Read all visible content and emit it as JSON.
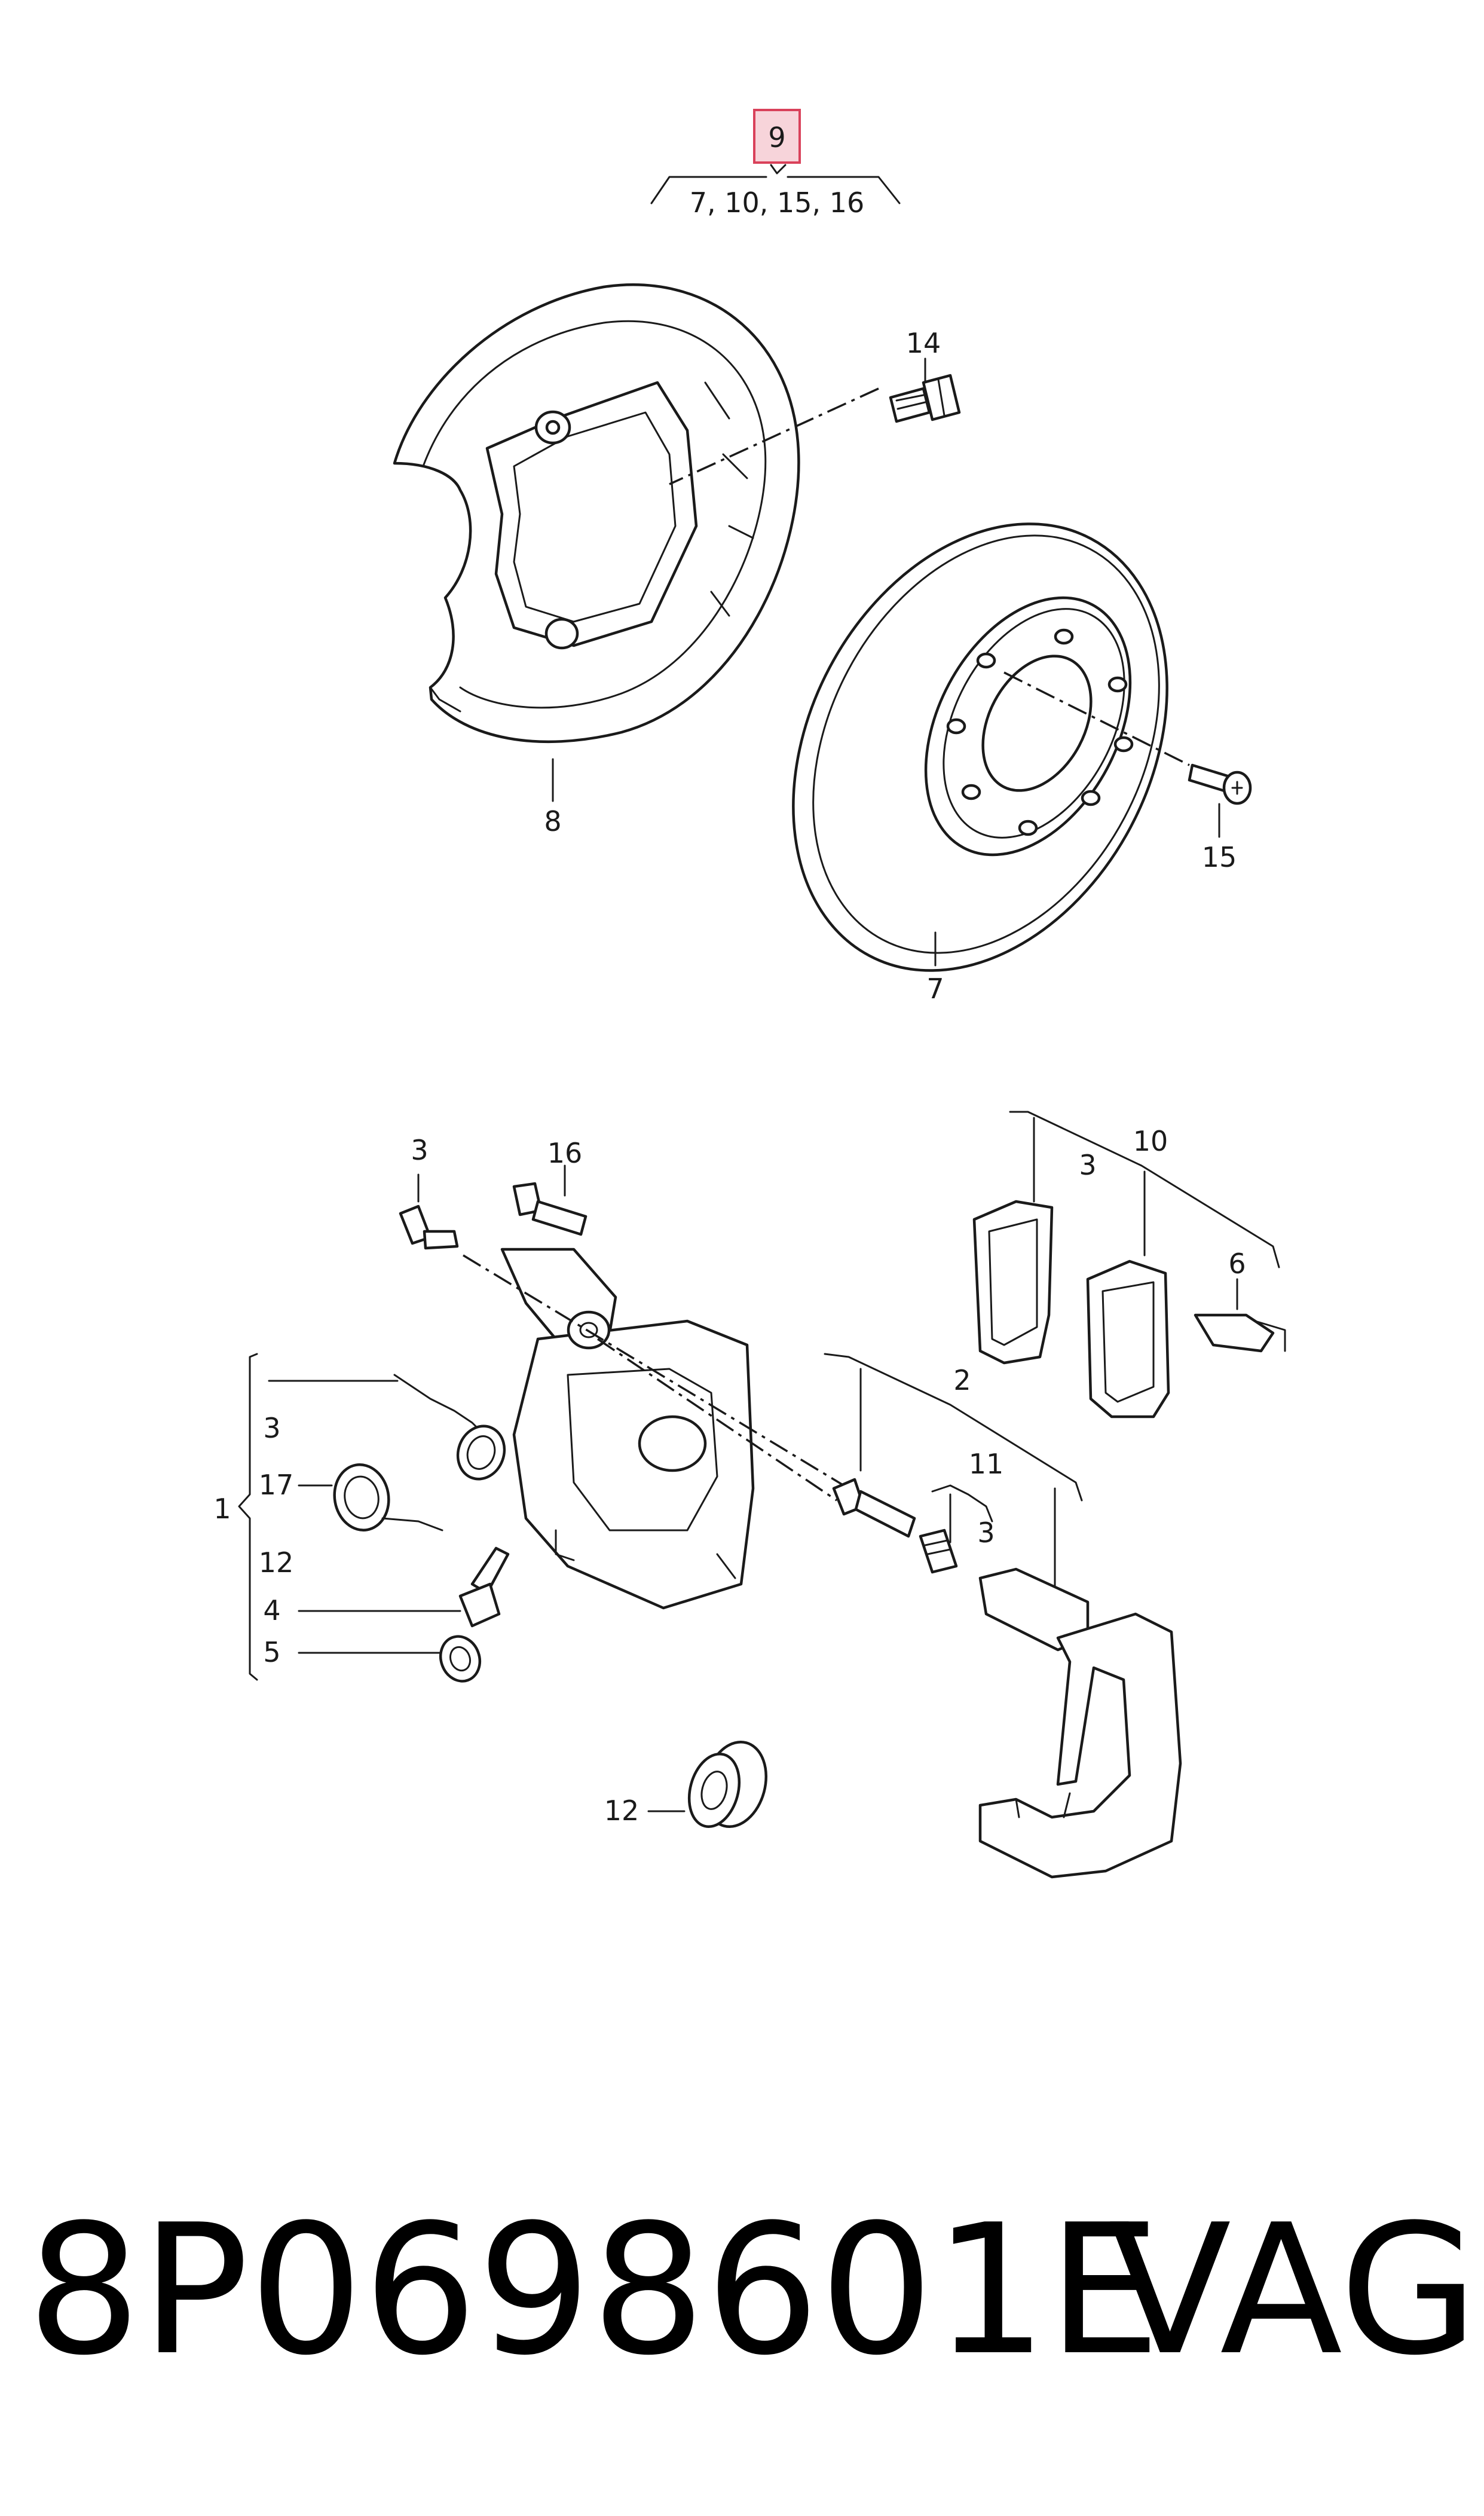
{
  "diagram": {
    "highlight_color": "#f7d4da",
    "highlight_border": "#d9415a",
    "group_label": "9",
    "group_members": "7, 10, 15, 16",
    "callouts": {
      "c14": "14",
      "c8": "8",
      "c15": "15",
      "c7": "7",
      "c3a": "3",
      "c16": "16",
      "c10": "10",
      "c3b": "3",
      "c6": "6",
      "c2": "2",
      "c11": "11",
      "c3c": "3",
      "c3d": "3",
      "c17": "17",
      "c1": "1",
      "c12a": "12",
      "c4": "4",
      "c5": "5",
      "c12b": "12"
    }
  },
  "footer": {
    "part_number": "8P0698601E",
    "brand": "VAG"
  }
}
